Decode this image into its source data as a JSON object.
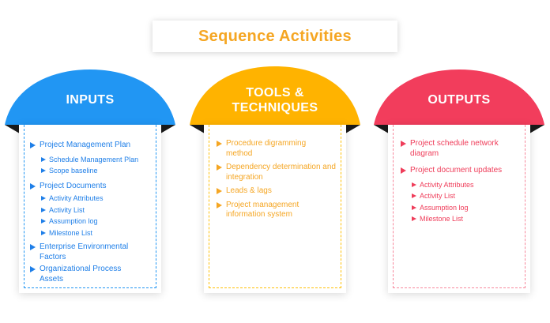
{
  "title": "Sequence Activities",
  "colors": {
    "title": "#f5a623",
    "inputs": "#2196f3",
    "tools": "#ffb300",
    "outputs": "#f23d5c",
    "flap": "#1a1a1a"
  },
  "inputs": {
    "heading": "INPUTS",
    "items": [
      {
        "label": "Project Management Plan",
        "sub": [
          "Schedule Management Plan",
          "Scope baseline"
        ]
      },
      {
        "label": "Project Documents",
        "sub": [
          "Activity Attributes",
          "Activity List",
          "Assumption log",
          "Milestone List"
        ]
      },
      {
        "label": "Enterprise Environmental Factors",
        "sub": []
      },
      {
        "label": "Organizational Process Assets",
        "sub": []
      }
    ]
  },
  "tools": {
    "heading_line1": "TOOLS &",
    "heading_line2": "TECHNIQUES",
    "items": [
      {
        "label": "Procedure digramming method"
      },
      {
        "label": "Dependency determination and integration"
      },
      {
        "label": "Leads & lags"
      },
      {
        "label": "Project management information system"
      }
    ]
  },
  "outputs": {
    "heading": "OUTPUTS",
    "items": [
      {
        "label": "Project schedule network diagram",
        "sub": []
      },
      {
        "label": "Project document updates",
        "sub": [
          "Activity Attributes",
          "Activity List",
          "Assumption log",
          "Milestone List"
        ]
      }
    ]
  }
}
